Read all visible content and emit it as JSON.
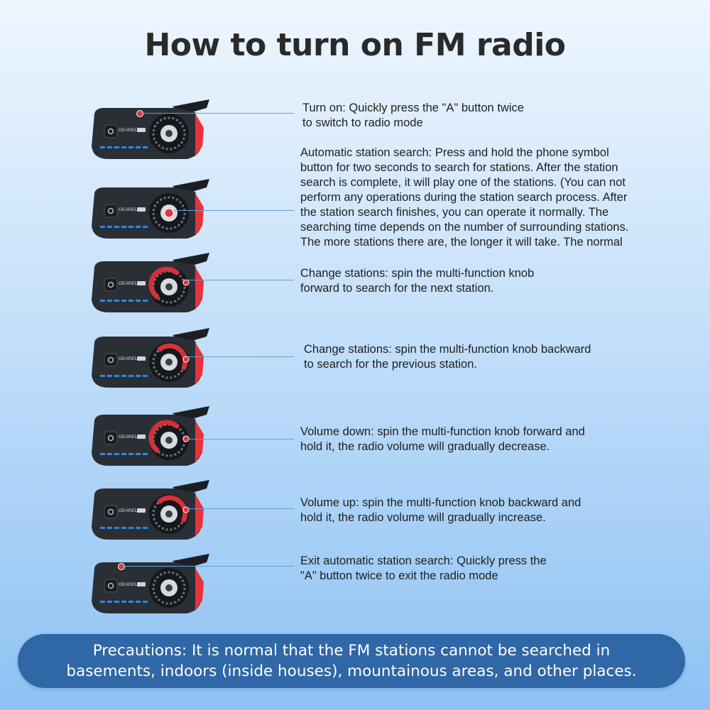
{
  "title": "How to turn on FM radio",
  "device_brand": "GEARELEC",
  "colors": {
    "accent_red": "#e8323a",
    "led_blue": "#2f86e8",
    "banner": "#2f67a7"
  },
  "steps": [
    {
      "highlight": "a-button",
      "text": "Turn on: Quickly press the \"A\" button twice\nto switch to radio mode"
    },
    {
      "highlight": "phone-button",
      "text": "Automatic station search: Press and hold the phone symbol\nbutton for two seconds to search for stations. After the station\nsearch is complete, it will play one of the stations. (You can not\nperform  any operations during the station search process. After\nthe station search finishes, you can operate it normally. The\nsearching time depends on the number of surrounding stations.\nThe more stations there are, the longer it will take. The normal"
    },
    {
      "highlight": "knob-forward",
      "text": "Change stations: spin the multi-function knob\nforward to search for the next station."
    },
    {
      "highlight": "knob-backward",
      "text": "Change stations:  spin the multi-function knob backward\nto search for the previous station."
    },
    {
      "highlight": "knob-forward-hold",
      "text": "Volume down:  spin the multi-function knob forward and\nhold it, the radio volume will gradually decrease."
    },
    {
      "highlight": "knob-backward-hold",
      "text": "Volume up: spin the multi-function knob backward and\nhold it, the radio volume will gradually increase."
    },
    {
      "highlight": "a-button",
      "text": "Exit automatic station search: Quickly press the\n\"A\" button twice to exit the radio mode"
    }
  ],
  "precautions": "Precautions: It is normal that the FM stations cannot be searched in\nbasements, indoors (inside houses), mountainous areas, and other places."
}
